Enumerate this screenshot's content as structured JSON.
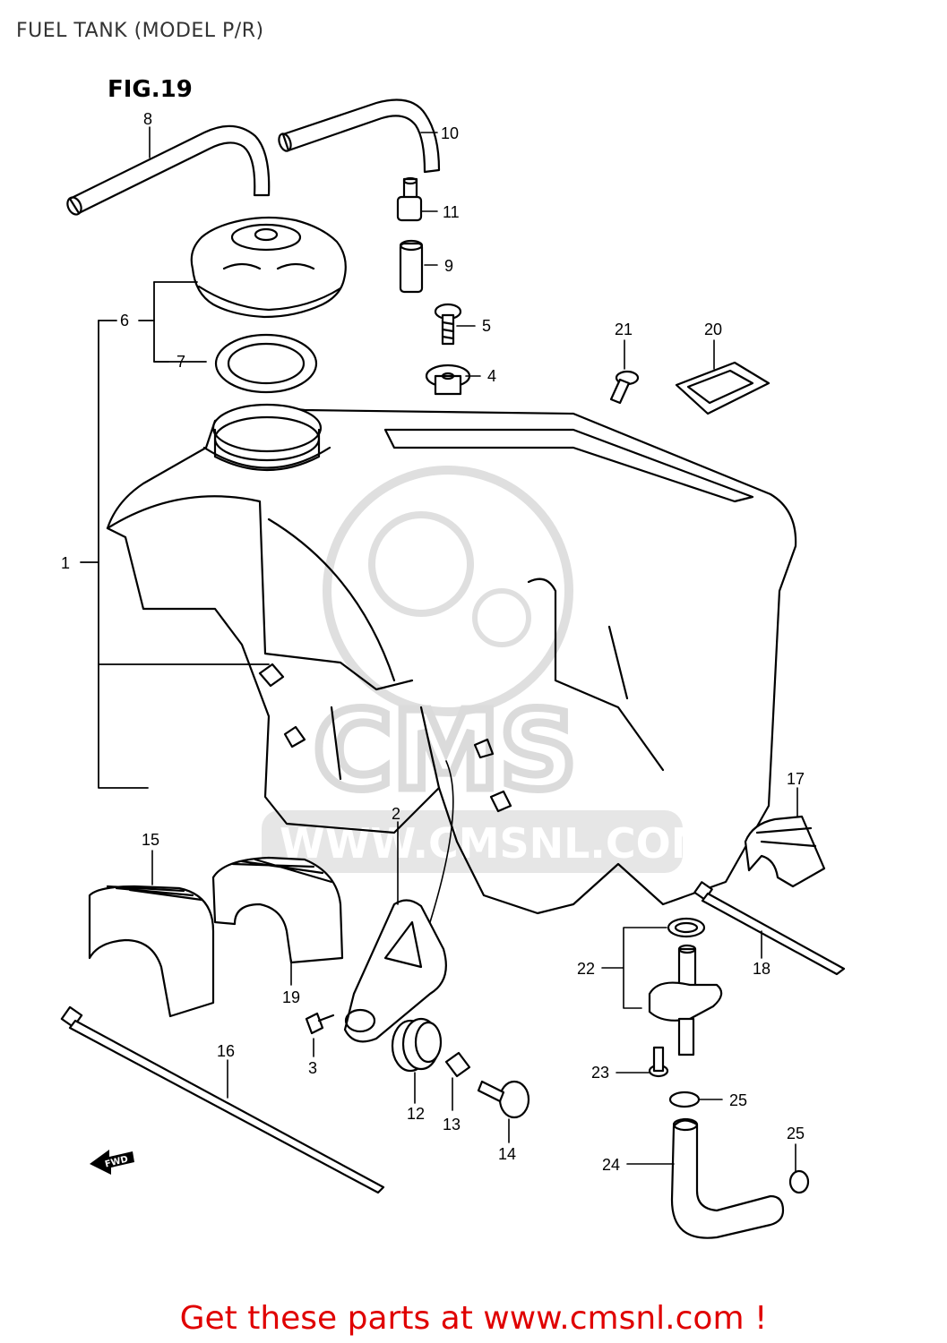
{
  "title": "FUEL TANK (MODEL P/R)",
  "figure_label": "FIG.19",
  "watermark": {
    "brand": "CMS",
    "url": "WWW.CMSNL.COM"
  },
  "fwd_label": "FWD",
  "callouts": {
    "c1": "1",
    "c2": "2",
    "c3": "3",
    "c4": "4",
    "c5": "5",
    "c6": "6",
    "c7": "7",
    "c8": "8",
    "c9": "9",
    "c10": "10",
    "c11": "11",
    "c12": "12",
    "c13": "13",
    "c14": "14",
    "c15": "15",
    "c16": "16",
    "c17": "17",
    "c18": "18",
    "c19": "19",
    "c20": "20",
    "c21": "21",
    "c22": "22",
    "c23": "23",
    "c24": "24",
    "c25a": "25",
    "c25b": "25"
  },
  "footer": "Get these parts at www.cmsnl.com !"
}
